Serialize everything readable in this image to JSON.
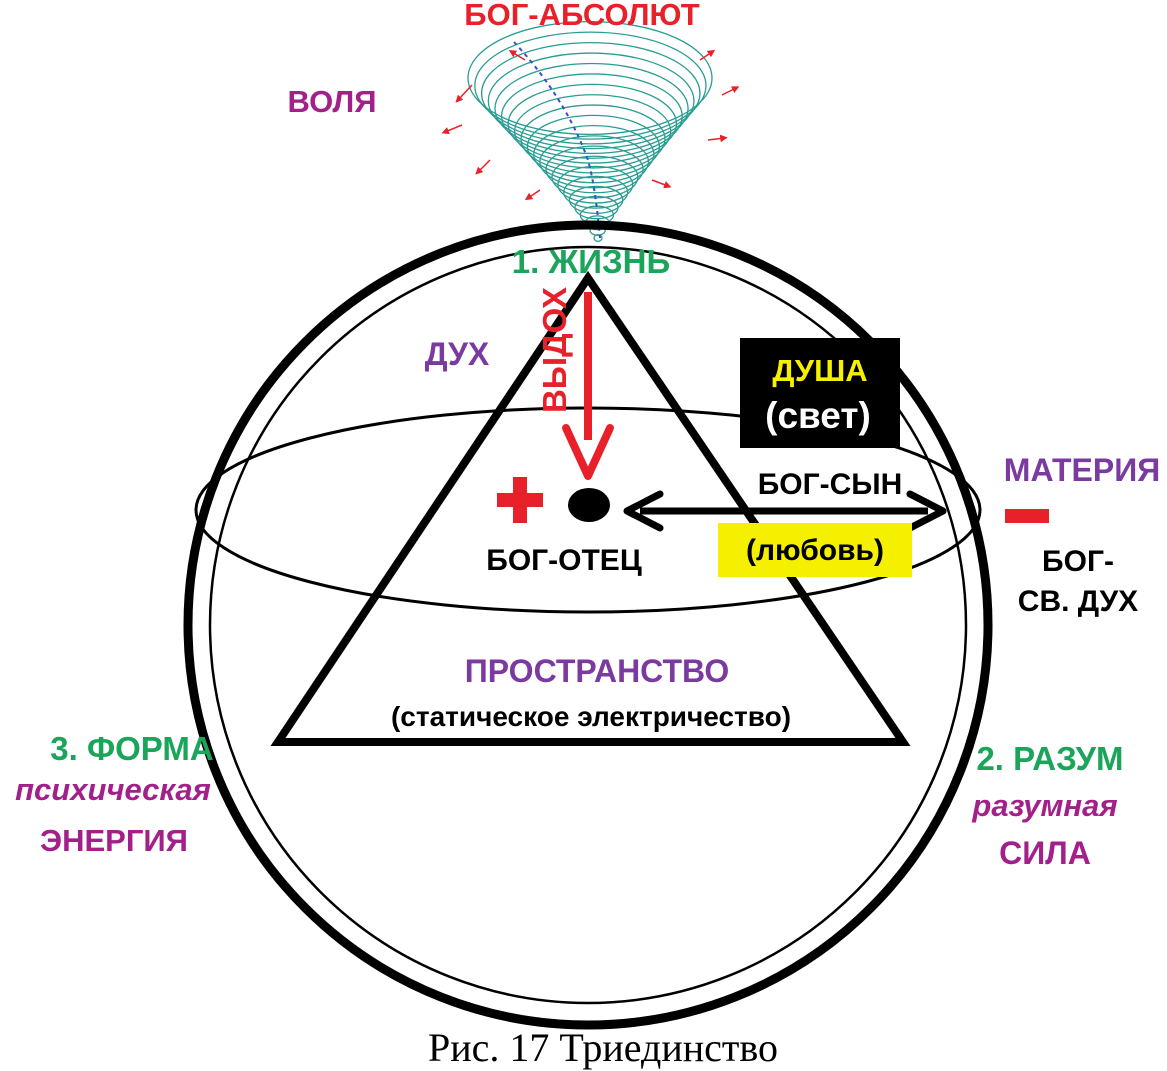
{
  "labels": {
    "absolute": "БОГ-АБСОЛЮТ",
    "will": "ВОЛЯ",
    "life": "1. ЖИЗНЬ",
    "exhale": "ВЫДОХ",
    "spirit": "ДУХ",
    "soul": "ДУША",
    "light": "(свет)",
    "matter": "МАТЕРИЯ",
    "son": "БОГ-СЫН",
    "love": "(любовь)",
    "father": "БОГ-ОТЕЦ",
    "holy_spirit_line1": "БОГ-",
    "holy_spirit_line2": "СВ. ДУХ",
    "space": "ПРОСТРАНСТВО",
    "static_electricity": "(статическое электричество)",
    "form": "3. ФОРМА",
    "psychic": "психическая",
    "energy": "ЭНЕРГИЯ",
    "reason": "2. РАЗУМ",
    "rational": "разумная",
    "force": "СИЛА"
  },
  "caption": "Рис. 17 Триединство",
  "colors": {
    "red": "#e8202a",
    "magenta": "#a3208a",
    "green": "#1aa55a",
    "purple": "#7a3aa0",
    "yellow": "#f5f000",
    "black": "#000000",
    "vortex": "#2a9d93"
  }
}
